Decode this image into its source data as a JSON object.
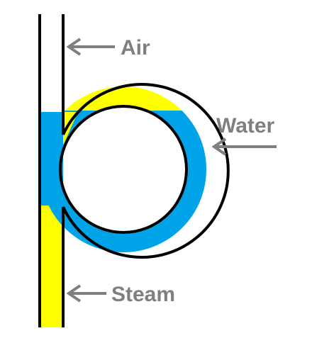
{
  "labels": {
    "air": "Air",
    "water": "Water",
    "steam": "Steam"
  },
  "colors": {
    "water": "#00a2e8",
    "steam": "#ffff00",
    "outline": "#000000",
    "arrow": "#7f7f7f",
    "label": "#7f7f7f",
    "background": "#ffffff"
  }
}
